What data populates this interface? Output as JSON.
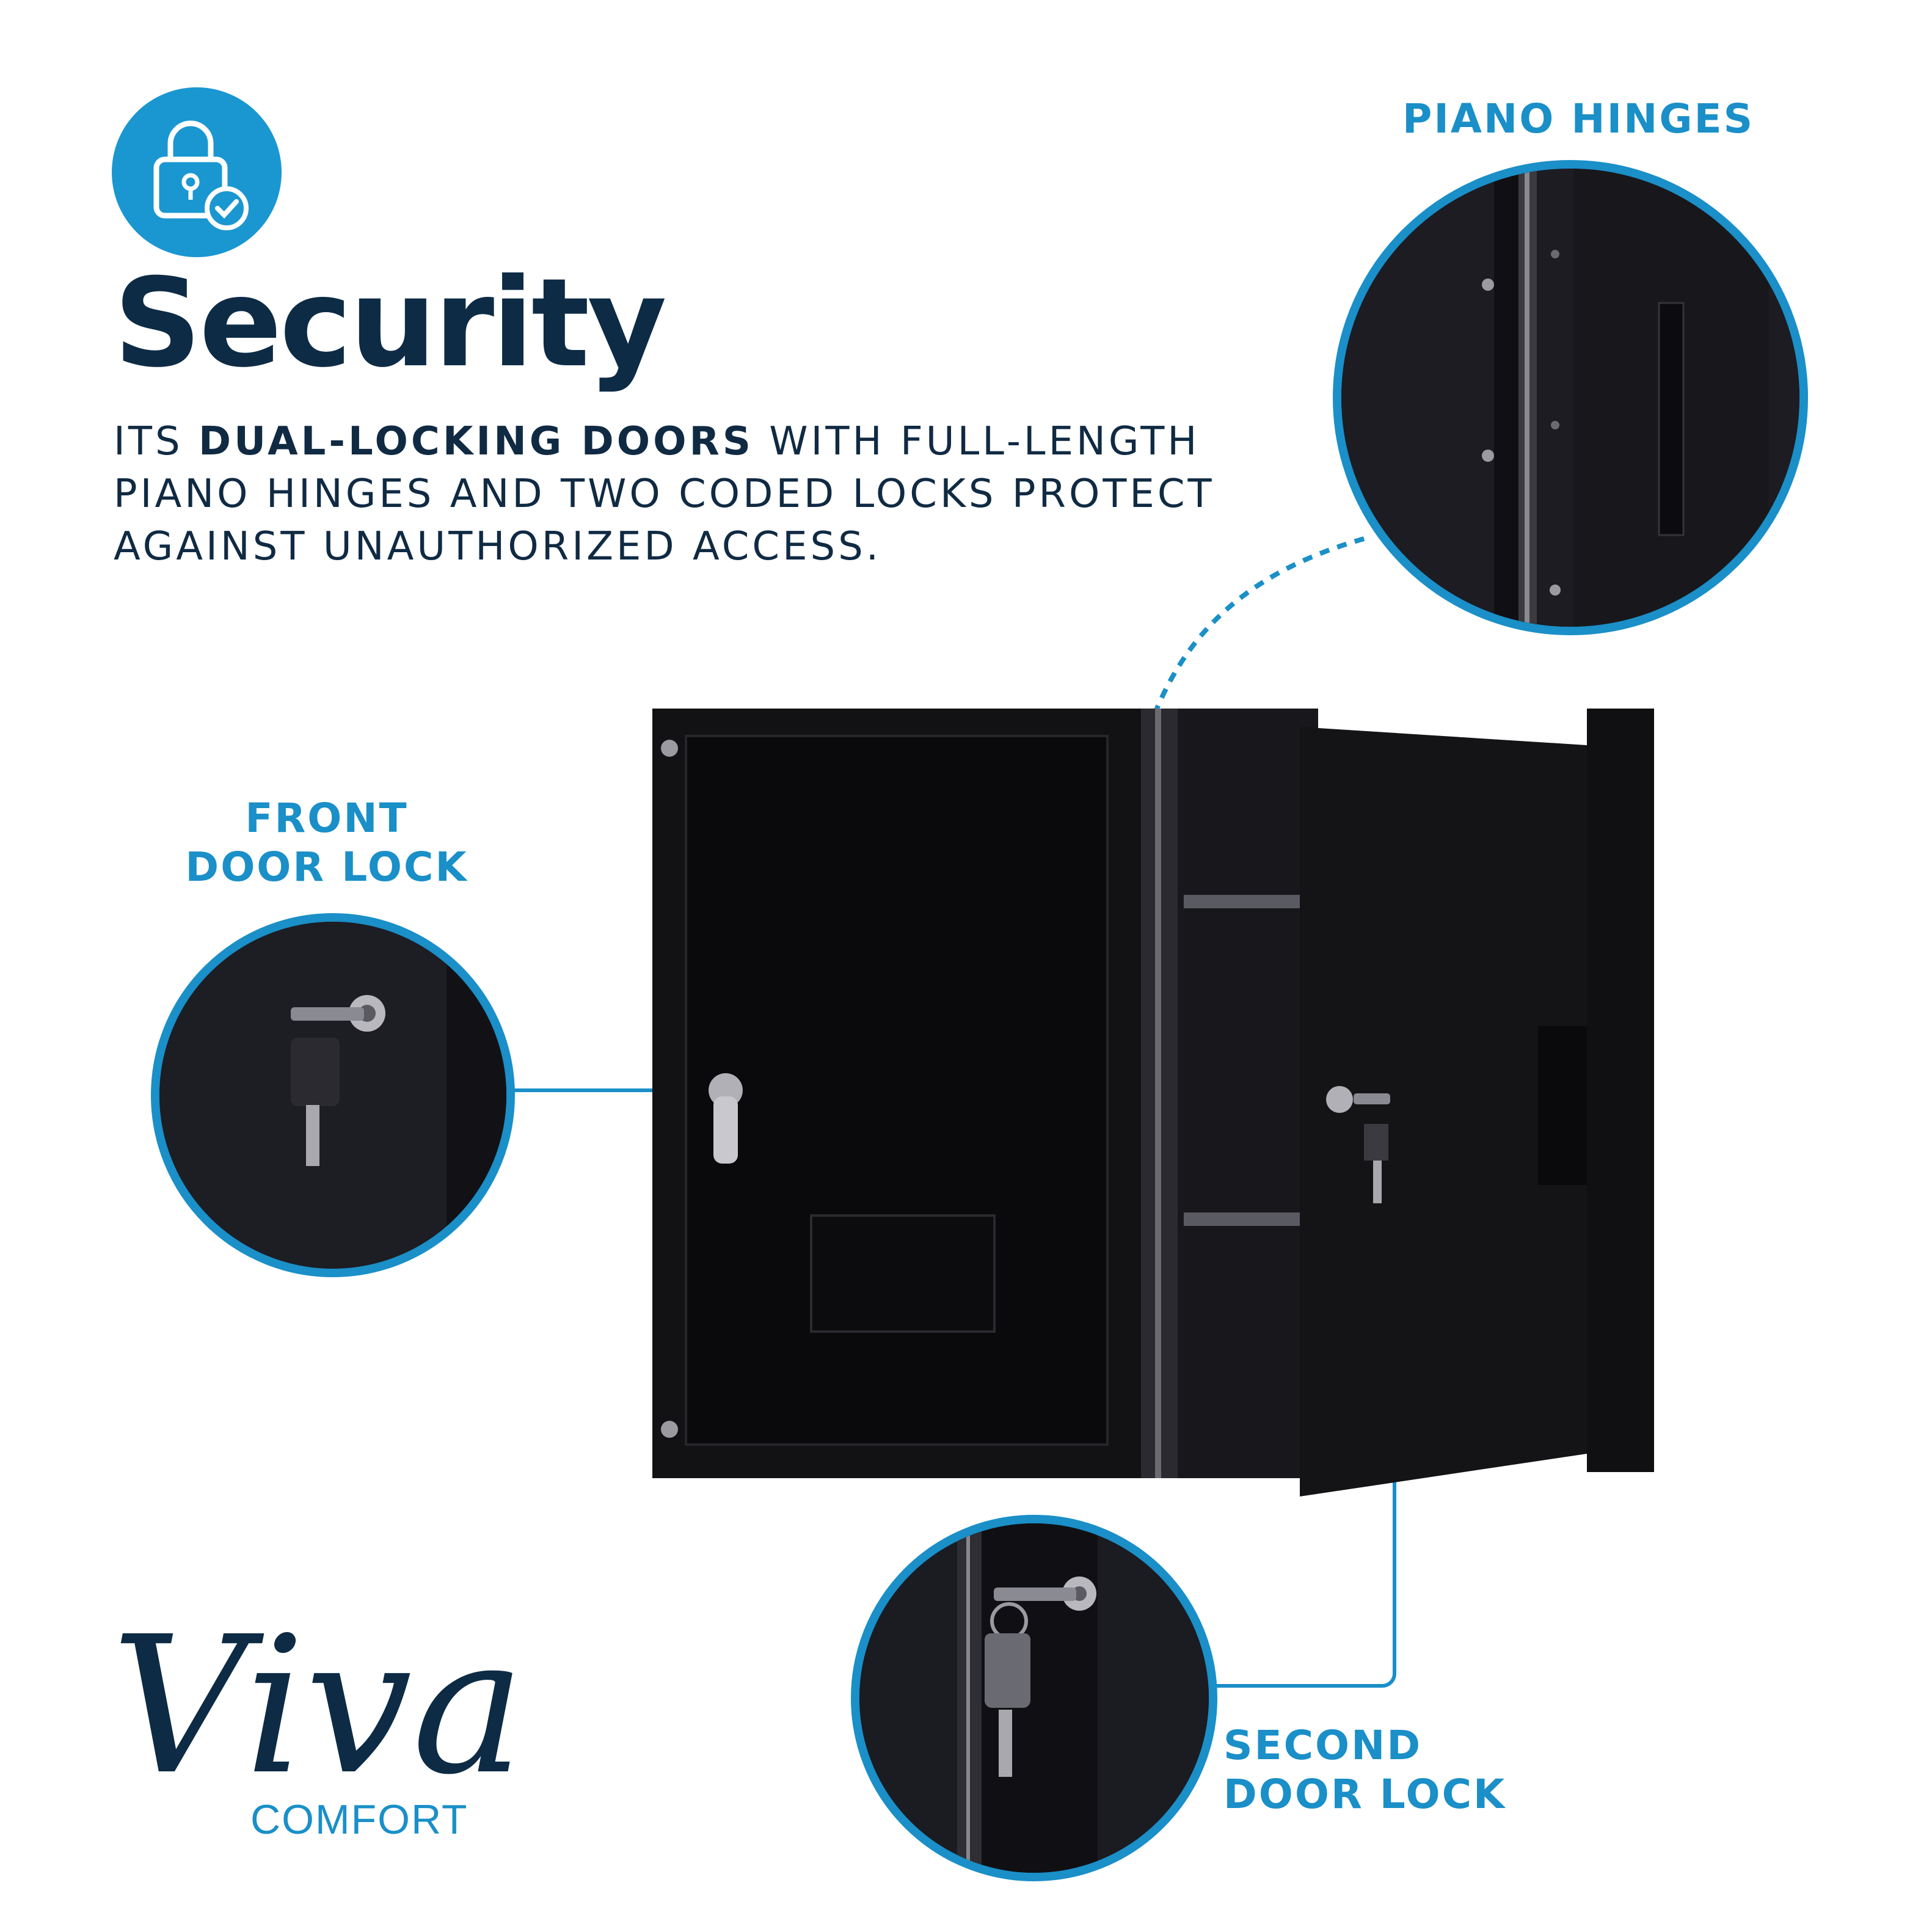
{
  "header": {
    "icon": "lock-check-icon",
    "title": "Security",
    "description_pre": "ITS ",
    "description_bold": "DUAL-LOCKING DOORS",
    "description_post": " WITH FULL-LENGTH PIANO HINGES AND TWO CODED LOCKS PROTECT AGAINST UNAUTHORIZED ACCESS."
  },
  "callouts": {
    "piano_hinges": "PIANO HINGES",
    "front_door_lock_line1": "FRONT",
    "front_door_lock_line2": "DOOR LOCK",
    "second_door_lock_line1": "SECOND",
    "second_door_lock_line2": "DOOR LOCK"
  },
  "brand": {
    "script_name": "Viva",
    "word": "COMFORT"
  },
  "colors": {
    "accent": "#1a8fc8",
    "navy": "#0d2b45",
    "cabinet": "#151518"
  }
}
